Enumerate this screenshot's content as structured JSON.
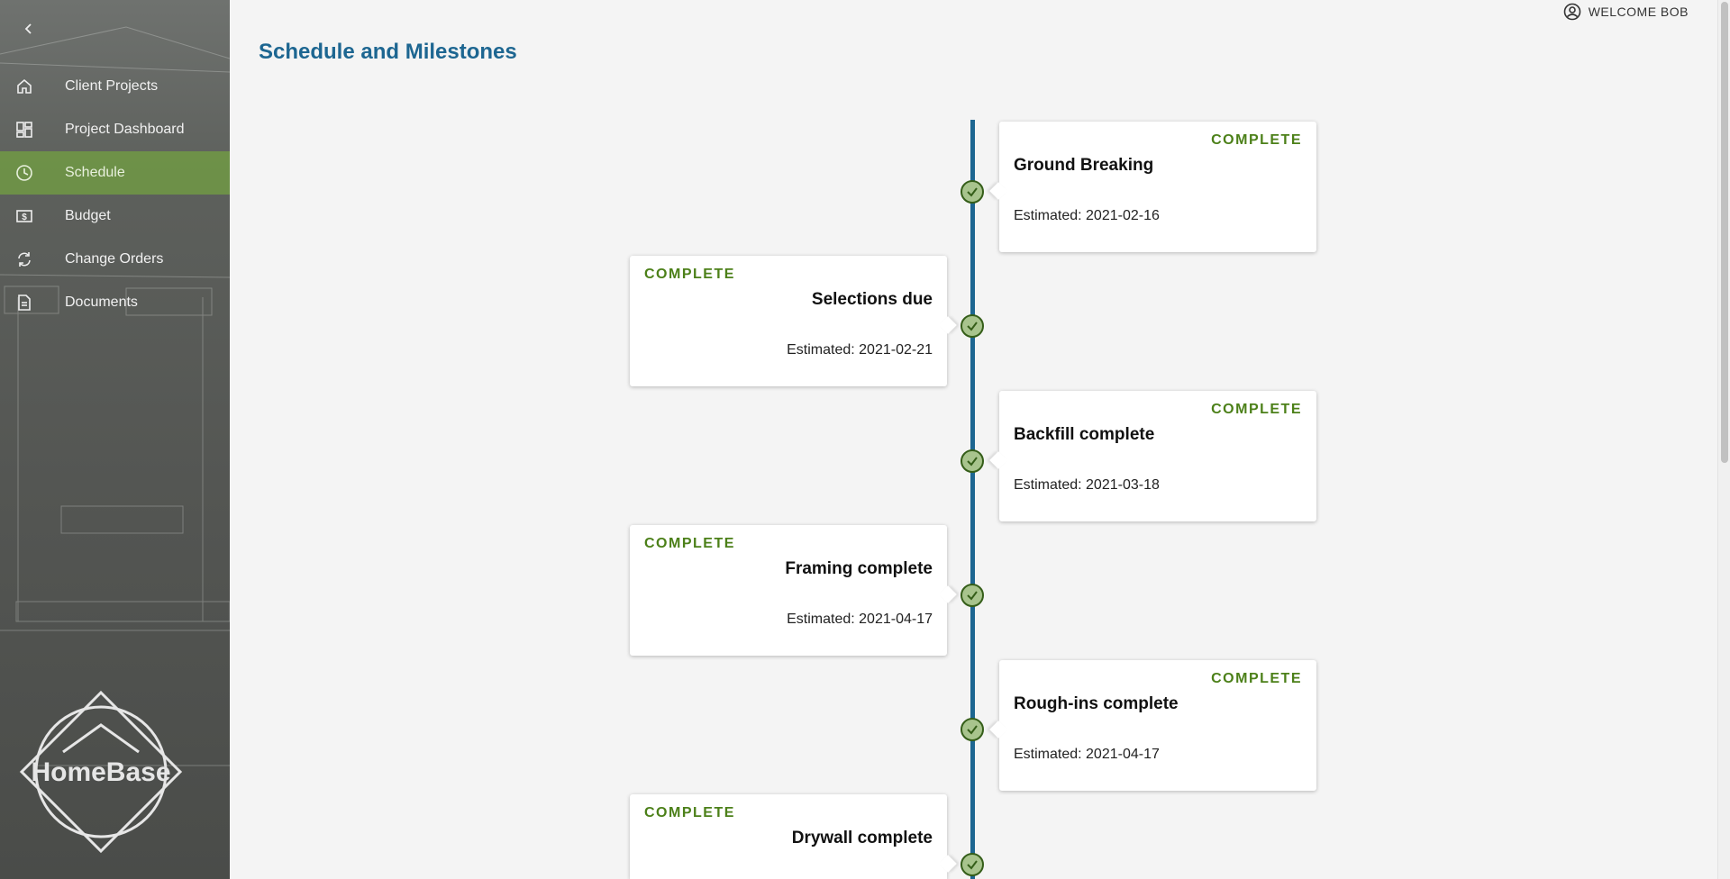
{
  "header": {
    "welcome_text": "WELCOME BOB",
    "page_title": "Schedule and Milestones"
  },
  "sidebar": {
    "brand": "HomeBase",
    "items": [
      {
        "label": "Client Projects",
        "icon": "home-icon"
      },
      {
        "label": "Project Dashboard",
        "icon": "dashboard-icon"
      },
      {
        "label": "Schedule",
        "icon": "clock-icon",
        "active": true
      },
      {
        "label": "Budget",
        "icon": "dollar-icon"
      },
      {
        "label": "Change Orders",
        "icon": "refresh-icon"
      },
      {
        "label": "Documents",
        "icon": "document-icon"
      }
    ]
  },
  "milestones": [
    {
      "status": "COMPLETE",
      "name": "Ground Breaking",
      "estimated": "Estimated: 2021-02-16",
      "side": "right"
    },
    {
      "status": "COMPLETE",
      "name": "Selections due",
      "estimated": "Estimated: 2021-02-21",
      "side": "left"
    },
    {
      "status": "COMPLETE",
      "name": "Backfill complete",
      "estimated": "Estimated: 2021-03-18",
      "side": "right"
    },
    {
      "status": "COMPLETE",
      "name": "Framing complete",
      "estimated": "Estimated: 2021-04-17",
      "side": "left"
    },
    {
      "status": "COMPLETE",
      "name": "Rough-ins complete",
      "estimated": "Estimated: 2021-04-17",
      "side": "right"
    },
    {
      "status": "COMPLETE",
      "name": "Drywall complete",
      "estimated": "",
      "side": "left"
    }
  ],
  "colors": {
    "accent": "#1d6691",
    "complete": "#4c8019",
    "active_nav": "#78af3c"
  }
}
